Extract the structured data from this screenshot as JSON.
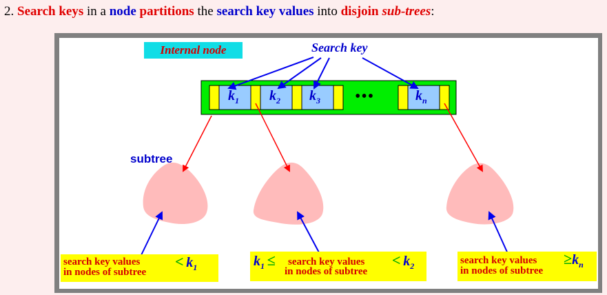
{
  "heading": {
    "number": "2.",
    "part1": "Search keys",
    "part2": "in a",
    "part3": "node",
    "part4": "partitions",
    "part5": "the",
    "part6": "search key values",
    "part7": "into",
    "part8": "disjoin",
    "part9": "sub-trees",
    "part10": ":"
  },
  "diagram": {
    "internal_node_label": "Internal node",
    "search_key_label": "Search key",
    "subtree_label": "subtree",
    "keys": [
      {
        "name": "k",
        "sub": "1"
      },
      {
        "name": "k",
        "sub": "2"
      },
      {
        "name": "k",
        "sub": "3"
      },
      {
        "name": "k",
        "sub": "n"
      }
    ],
    "ellipsis": "•••",
    "box_left": {
      "line1": "search key values",
      "line2": "in nodes of subtree",
      "op": "<",
      "key": "k",
      "key_sub": "1"
    },
    "box_middle": {
      "key_left": "k",
      "key_left_sub": "1",
      "op_left": "≤",
      "line1": "search key values",
      "line2": "in nodes of subtree",
      "op_right": "<",
      "key_right": "k",
      "key_right_sub": "2"
    },
    "box_right": {
      "line1": "search key values",
      "line2": "in nodes of subtree",
      "op": "≥",
      "key": "k",
      "key_sub": "n"
    },
    "colors": {
      "node_green": "#00ee00",
      "pointer_yellow": "#ffff00",
      "key_blue": "#99ccff",
      "tree_pink": "#ffbbbb",
      "arrow_red": "#ff0000",
      "arrow_blue": "#0000ee"
    }
  }
}
